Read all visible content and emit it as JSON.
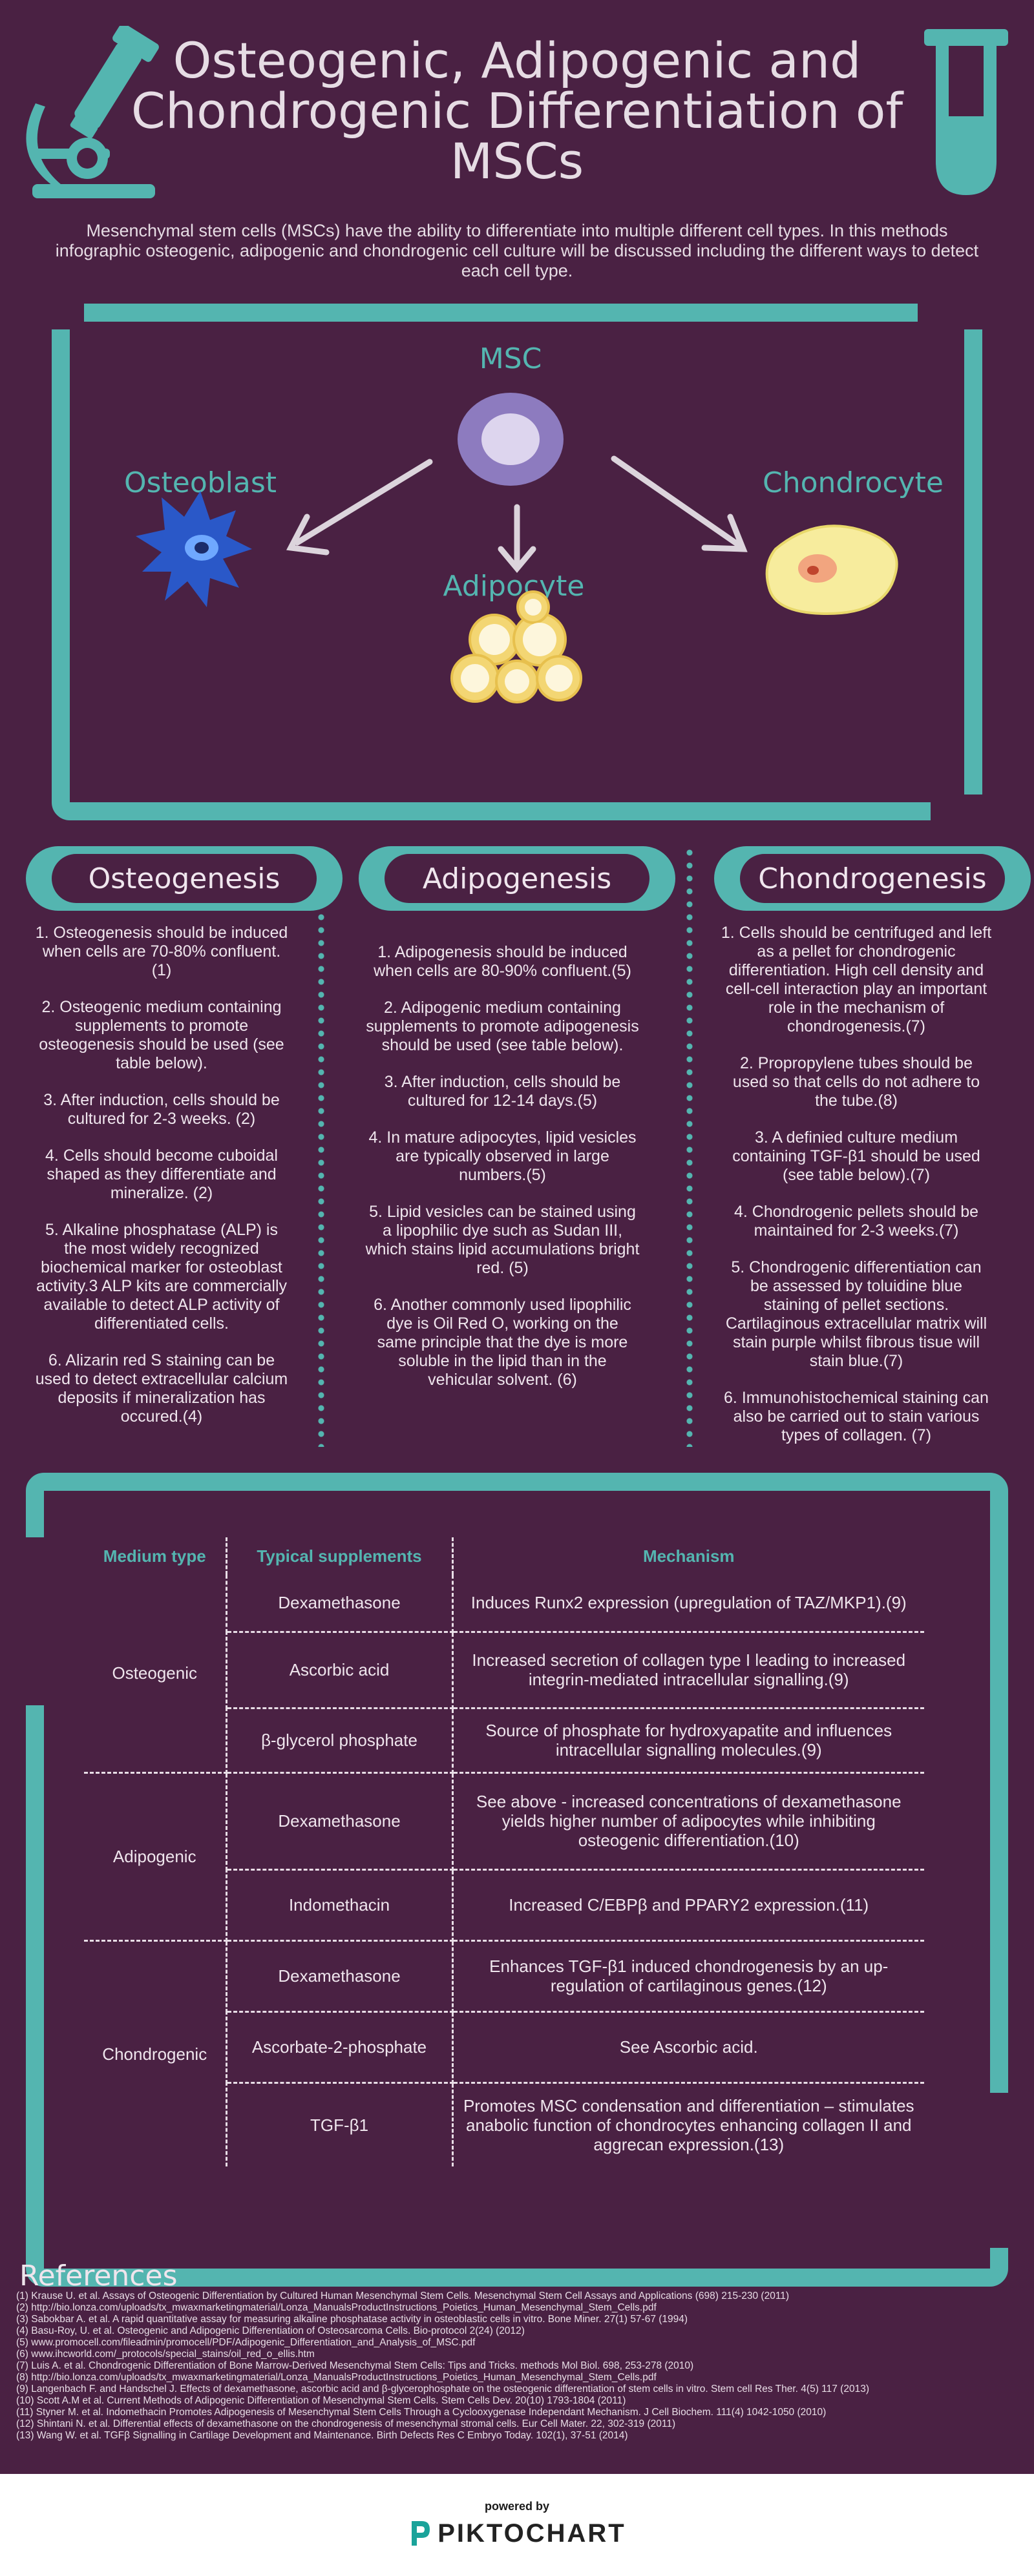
{
  "header": {
    "title": "Osteogenic, Adipogenic and Chondrogenic Differentiation of MSCs",
    "intro": "Mesenchymal stem cells (MSCs) have the ability to differentiate into multiple different cell types. In this methods infographic osteogenic, adipogenic and chondrogenic cell culture  will be discussed including the different ways to detect each cell type."
  },
  "diagram": {
    "msc": "MSC",
    "osteoblast": "Osteoblast",
    "adipocyte": "Adipocyte",
    "chondrocyte": "Chondrocyte"
  },
  "columns": [
    {
      "title": "Osteogenesis",
      "points": [
        "1. Osteogenesis should be induced when cells are 70-80% confluent. (1)",
        "2. Osteogenic medium containing supplements to promote osteogenesis should be used (see table below).",
        "3. After induction, cells should be cultured for 2-3 weeks. (2)",
        "4. Cells should become cuboidal shaped as they differentiate and mineralize. (2)",
        "5. Alkaline phosphatase (ALP) is the most widely recognized biochemical marker for osteoblast activity.3 ALP kits are commercially available to detect ALP activity of differentiated cells.",
        "6. Alizarin red S staining can be used to detect extracellular calcium deposits  if mineralization has occured.(4)"
      ]
    },
    {
      "title": "Adipogenesis",
      "points": [
        "1. Adipogenesis should be induced when cells are 80-90% confluent.(5)",
        "2. Adipogenic medium containing supplements to promote adipogenesis should be used (see table below).",
        "3. After induction, cells should be cultured for 12-14 days.(5)",
        "4. In mature adipocytes, lipid vesicles are typically observed in large numbers.(5)",
        "5. Lipid vesicles can be stained using a lipophilic dye such as Sudan III, which stains lipid accumulations bright red. (5)",
        "6.  Another commonly used lipophilic dye is Oil Red O, working on the same principle that the dye is more soluble in the lipid than in the vehicular solvent. (6)"
      ]
    },
    {
      "title": "Chondrogenesis",
      "points": [
        "1. Cells should be centrifuged and left as a pellet for chondrogenic differentiation. High cell density and cell-cell interaction play an important role in the mechanism of chondrogenesis.(7)",
        "2. Propropylene tubes should be used so that cells do not adhere to the tube.(8)",
        "3. A definied culture medium containing TGF-β1 should be used (see table below).(7)",
        "4. Chondrogenic pellets should be maintained for 2-3 weeks.(7)",
        "5. Chondrogenic differentiation can be assessed by toluidine blue staining of pellet sections. Cartilaginous extracellular matrix will stain purple whilst fibrous tisue will stain blue.(7)",
        "6. Immunohistochemical staining can also be carried out to stain various types of collagen. (7)"
      ]
    }
  ],
  "table": {
    "headers": [
      "Medium type",
      "Typical supplements",
      "Mechanism"
    ],
    "groups": [
      {
        "medium": "Osteogenic",
        "rows": [
          {
            "supplement": "Dexamethasone",
            "mechanism": "Induces Runx2 expression (upregulation of TAZ/MKP1).(9)"
          },
          {
            "supplement": "Ascorbic acid",
            "mechanism": "Increased secretion of collagen type I leading to increased integrin-mediated intracellular signalling.(9)"
          },
          {
            "supplement": "β-glycerol phosphate",
            "mechanism": "Source of phosphate for hydroxyapatite and influences intracellular signalling molecules.(9)"
          }
        ]
      },
      {
        "medium": "Adipogenic",
        "rows": [
          {
            "supplement": "Dexamethasone",
            "mechanism": "See above - increased concentrations of dexamethasone yields higher number of adipocytes while inhibiting osteogenic differentiation.(10)"
          },
          {
            "supplement": "Indomethacin",
            "mechanism": "Increased C/EBPβ and PPARY2 expression.(11)"
          }
        ]
      },
      {
        "medium": "Chondrogenic",
        "rows": [
          {
            "supplement": "Dexamethasone",
            "mechanism": "Enhances TGF-β1 induced chondrogenesis by an up-regulation of cartilaginous genes.(12)"
          },
          {
            "supplement": "Ascorbate-2-phosphate",
            "mechanism": "See Ascorbic acid."
          },
          {
            "supplement": "TGF-β1",
            "mechanism": "Promotes MSC condensation and differentiation – stimulates anabolic function of chondrocytes enhancing collagen II and aggrecan expression.(13)"
          }
        ]
      }
    ]
  },
  "references": {
    "title": "References",
    "items": [
      "(1) Krause U. et al. Assays of Osteogenic Differentiation by Cultured Human Mesenchymal Stem Cells. Mesenchymal Stem Cell Assays and Applications (698) 215-230 (2011)",
      "(2) http://bio.lonza.com/uploads/tx_mwaxmarketingmaterial/Lonza_ManualsProductInstructions_Poietics_Human_Mesenchymal_Stem_Cells.pdf",
      "(3) Sabokbar A. et al. A rapid quantitative assay for measuring alkaline phosphatase activity in osteoblastic cells in vitro. Bone Miner. 27(1) 57-67 (1994)",
      "(4) Basu-Roy, U. et al. Osteogenic and Adipogenic Differentiation of Osteosarcoma Cells. Bio-protocol 2(24) (2012)",
      "(5) www.promocell.com/fileadmin/promocell/PDF/Adipogenic_Differentiation_and_Analysis_of_MSC.pdf",
      "(6) www.ihcworld.com/_protocols/special_stains/oil_red_o_ellis.htm",
      "(7) Luis A. et al. Chondrogenic Differentiation of Bone Marrow-Derived Mesenchymal Stem Cells: Tips and Tricks. methods Mol Biol. 698, 253-278 (2010)",
      "(8) http://bio.lonza.com/uploads/tx_mwaxmarketingmaterial/Lonza_ManualsProductInstructions_Poietics_Human_Mesenchymal_Stem_Cells.pdf",
      "(9) Langenbach F. and Handschel J. Effects of dexamethasone, ascorbic acid and β-glycerophosphate on the osteogenic differentiation of stem cells in vitro. Stem cell Res Ther. 4(5)     117 (2013)",
      "(10) Scott A.M et al. Current Methods of Adipogenic Differentiation of Mesenchymal Stem Cells. Stem Cells Dev. 20(10) 1793-1804 (2011)",
      "(11) Styner M. et al. Indomethacin Promotes Adipogenesis of Mesenchymal Stem Cells Through a Cyclooxygenase Independant Mechanism. J Cell Biochem. 111(4) 1042-1050 (2010)",
      "(12) Shintani N. et al. Differential effects of dexamethasone on the chondrogenesis of mesenchymal stromal cells. Eur Cell Mater. 22, 302-319 (2011)",
      "(13) Wang W. et al. TGFβ Signalling in Cartilage Development and Maintenance. Birth Defects Res C Embryo Today. 102(1), 37-51 (2014)"
    ]
  },
  "footer": {
    "powered_by": "powered by",
    "brand": "PIKTOCHART"
  }
}
